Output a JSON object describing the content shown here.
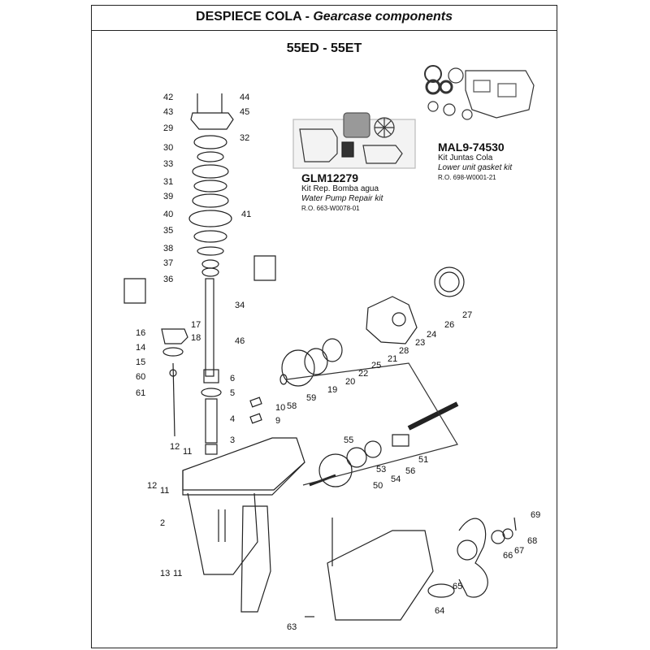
{
  "header": {
    "title_es": "DESPIECE COLA",
    "separator": " - ",
    "title_en": "Gearcase components"
  },
  "model": "55ED - 55ET",
  "kits": [
    {
      "code": "GLM12279",
      "name_es": "Kit Rep. Bomba agua",
      "name_en": "Water Pump Repair kit",
      "ref": "R.O. 663-W0078-01"
    },
    {
      "code": "MAL9-74530",
      "name_es": "Kit Juntas Cola",
      "name_en": "Lower unit gasket kit",
      "ref": "R.O. 698-W0001-21"
    }
  ],
  "part_labels": [
    "42",
    "44",
    "43",
    "45",
    "29",
    "32",
    "30",
    "33",
    "31",
    "39",
    "40",
    "41",
    "35",
    "38",
    "37",
    "36",
    "34",
    "16",
    "17",
    "18",
    "14",
    "15",
    "60",
    "61",
    "46",
    "6",
    "5",
    "4",
    "10",
    "9",
    "3",
    "12",
    "11",
    "12",
    "11",
    "2",
    "13",
    "11",
    "27",
    "26",
    "24",
    "23",
    "28",
    "25",
    "21",
    "22",
    "20",
    "19",
    "59",
    "58",
    "55",
    "51",
    "56",
    "54",
    "53",
    "50",
    "69",
    "68",
    "67",
    "66",
    "65",
    "64",
    "63"
  ]
}
